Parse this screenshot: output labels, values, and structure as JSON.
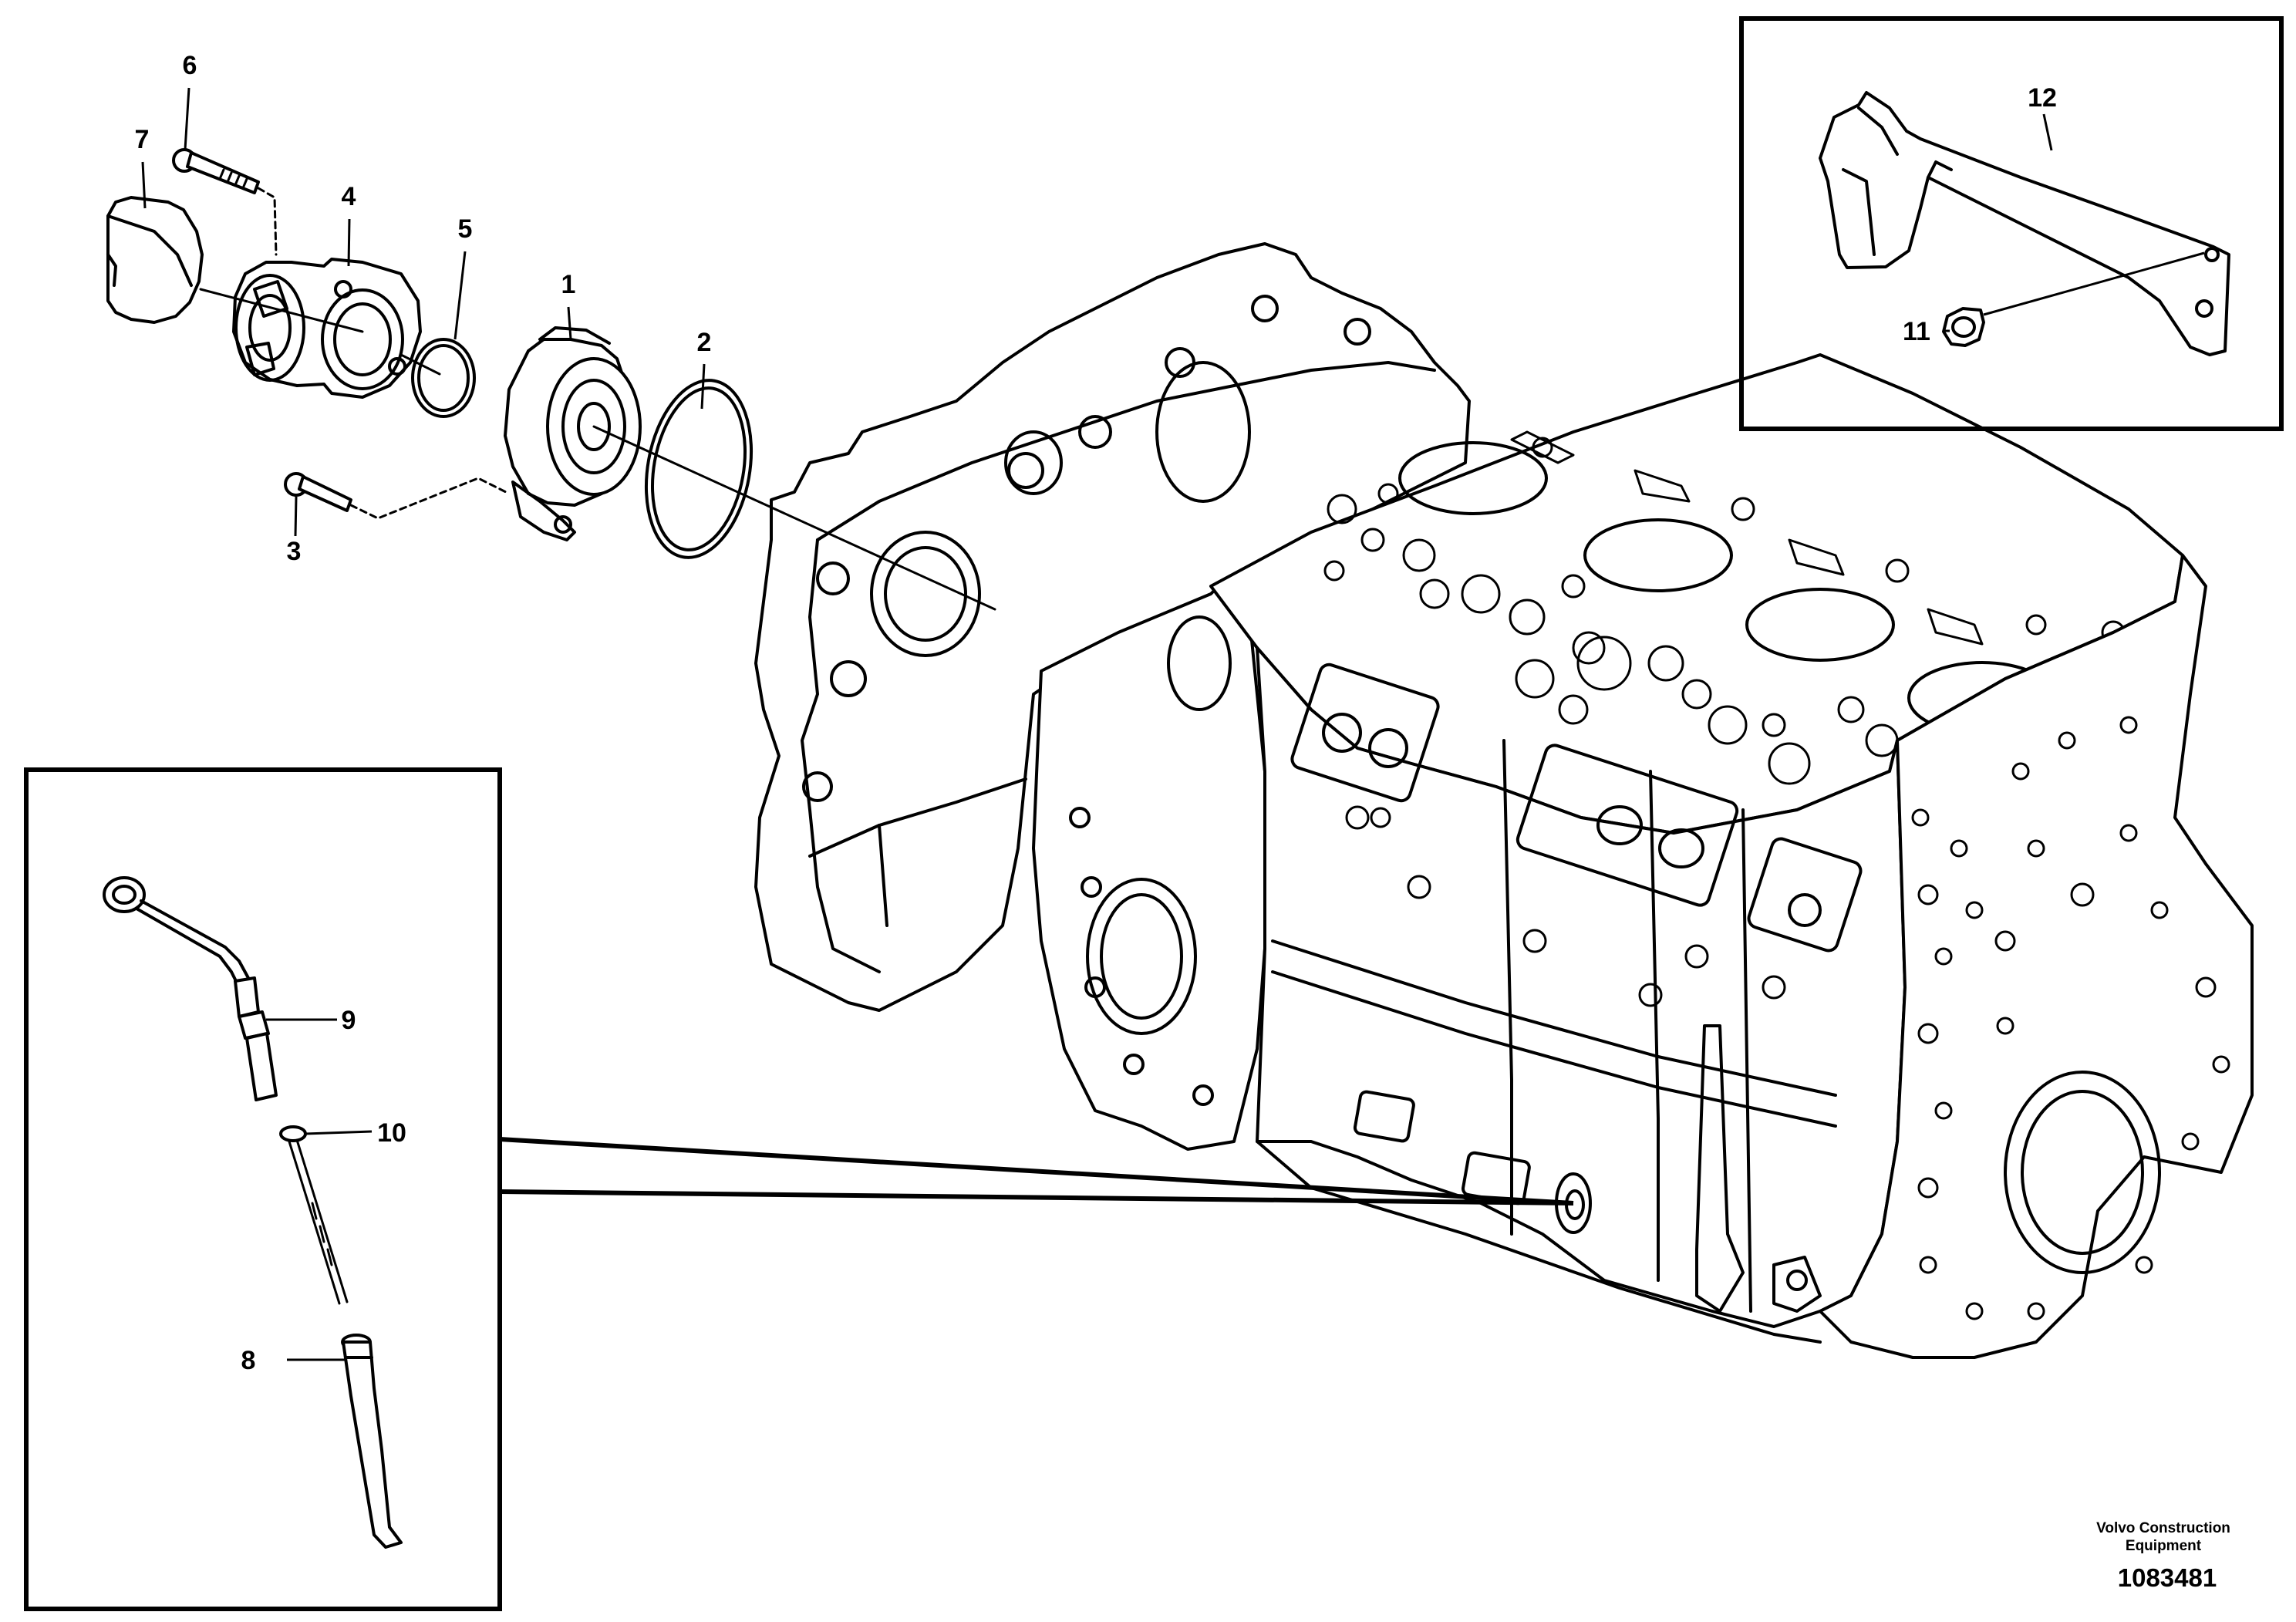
{
  "callouts": {
    "c1": "1",
    "c2": "2",
    "c3": "3",
    "c4": "4",
    "c5": "5",
    "c6": "6",
    "c7": "7",
    "c8": "8",
    "c9": "9",
    "c10": "10",
    "c11": "11",
    "c12": "12"
  },
  "stamp": {
    "brand_line1": "Volvo Construction",
    "brand_line2": "Equipment",
    "drawing_number": "1083481"
  }
}
